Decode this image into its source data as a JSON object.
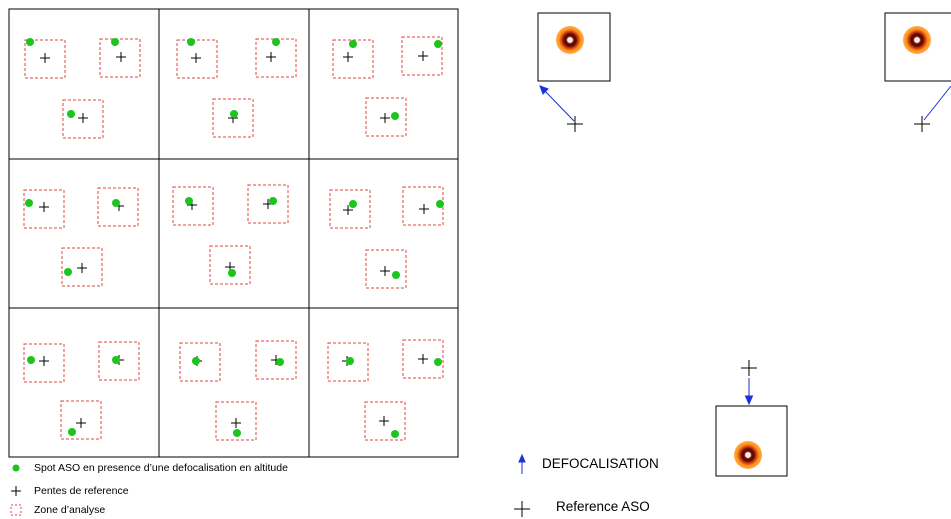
{
  "colors": {
    "spot": "#1dc41d",
    "zone": "#e0453a",
    "grid": "#000000",
    "arrow": "#1b32d8"
  },
  "legend_left": {
    "spot": "Spot ASO en presence d’une defocalisation en altitude",
    "reference": "Pentes de reference",
    "zone": "Zone d’analyse"
  },
  "legend_right": {
    "defocus": "DEFOCALISATION",
    "reference": "Reference ASO"
  },
  "icons": {
    "spot": "green-dot-icon",
    "reference": "plus-icon",
    "zone": "dashed-square-icon",
    "defocus": "arrow-up-icon",
    "spot_image": "focal-spot-image"
  }
}
